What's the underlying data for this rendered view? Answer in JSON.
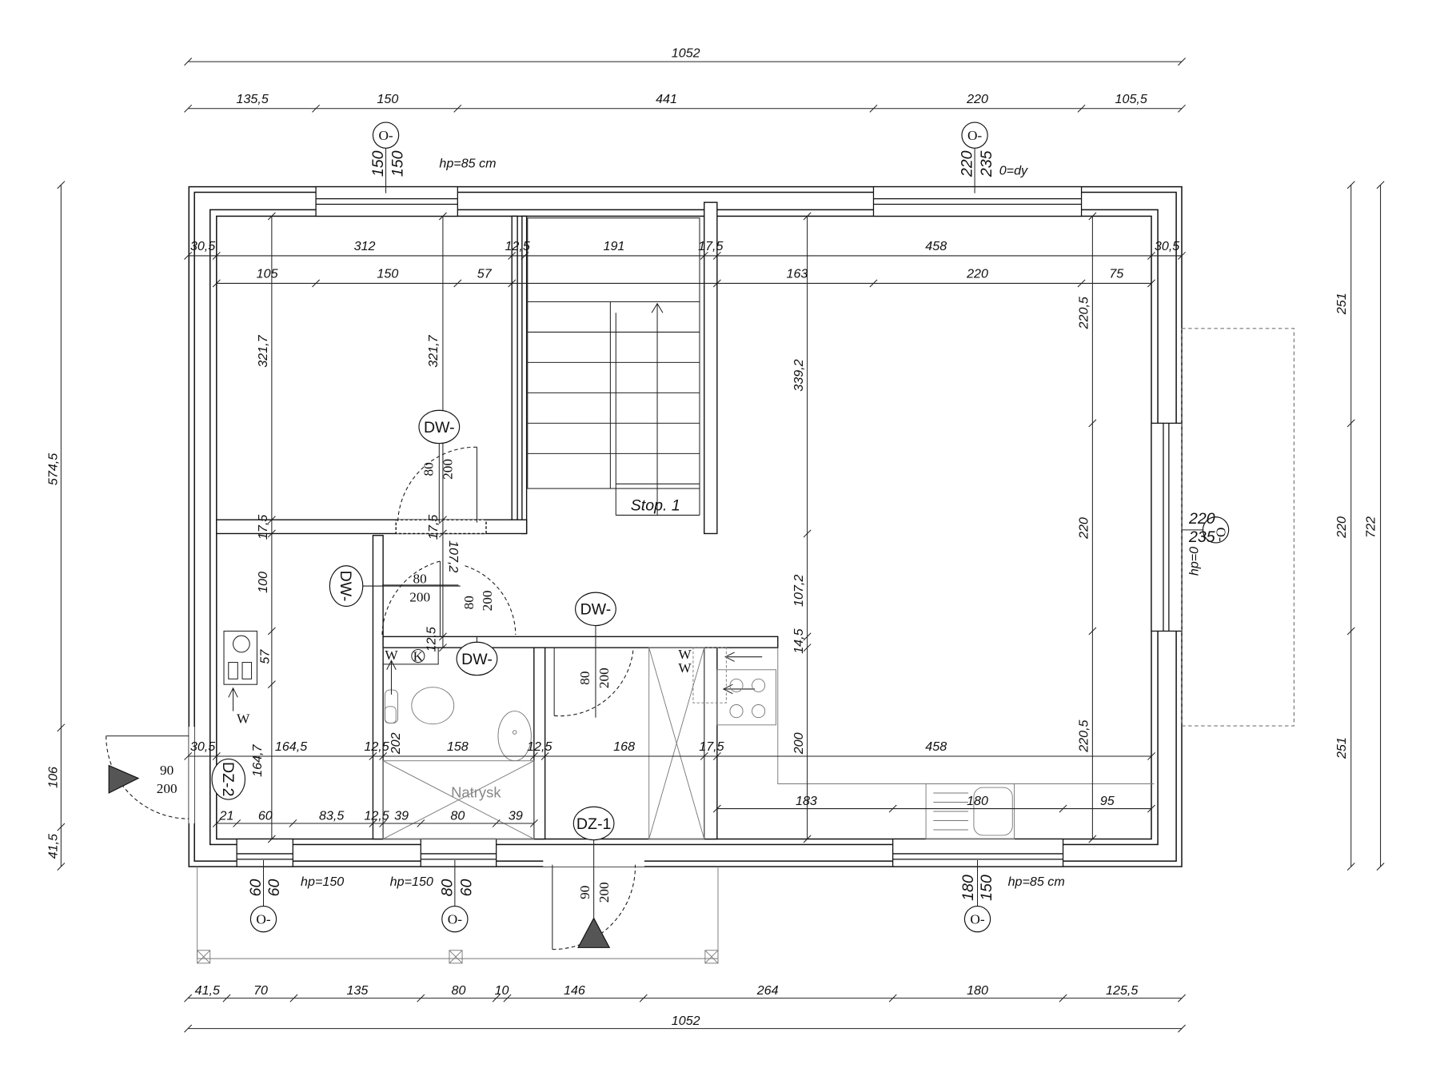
{
  "dims": {
    "top_total": "1052",
    "top_row": [
      "135,5",
      "150",
      "441",
      "220",
      "105,5"
    ],
    "inner_row1": [
      "30,5",
      "312",
      "12,5",
      "191",
      "17,5",
      "458",
      "30,5"
    ],
    "inner_row2": [
      "105",
      "150",
      "57",
      "163",
      "220",
      "75"
    ],
    "vertical": [
      "321,7",
      "321,7",
      "339,2",
      "220,5",
      "220",
      "220,5",
      "17,5",
      "17,5",
      "107,2",
      "100",
      "57",
      "164,7",
      "107,2",
      "14,5",
      "200",
      "12,5",
      "202"
    ],
    "lower_row1": [
      "30,5",
      "164,5",
      "12,5",
      "158",
      "12,5",
      "168",
      "17,5",
      "458"
    ],
    "lower_row2": [
      "21",
      "60",
      "83,5",
      "12,5",
      "39",
      "80",
      "39",
      "183",
      "180",
      "95"
    ],
    "bottom_row": [
      "41,5",
      "70",
      "135",
      "80",
      "10",
      "146",
      "264",
      "180",
      "125,5"
    ],
    "bottom_total": "1052",
    "left": [
      "574,5",
      "106",
      "41,5"
    ],
    "right": [
      "251",
      "220",
      "251",
      "722"
    ]
  },
  "windows": [
    {
      "tag": "O-",
      "w": "150",
      "h": "150",
      "hp": "hp=85 cm"
    },
    {
      "tag": "O-",
      "w": "220",
      "h": "235",
      "hp": "0=dy"
    },
    {
      "tag": "O-",
      "w": "220",
      "h": "235",
      "hp": "hp=0"
    },
    {
      "tag": "O-",
      "w": "60",
      "h": "60",
      "hp": "hp=150"
    },
    {
      "tag": "O-",
      "w": "80",
      "h": "60",
      "hp": "hp=150"
    },
    {
      "tag": "O-",
      "w": "180",
      "h": "150",
      "hp": "hp=85 cm"
    }
  ],
  "doors": [
    {
      "tag": "DW-",
      "w": "80",
      "h": "200"
    },
    {
      "tag": "DW-",
      "w": "80",
      "h": "200"
    },
    {
      "tag": "DW-",
      "w": "80",
      "h": "200"
    },
    {
      "tag": "DW-",
      "w": "80",
      "h": "200"
    },
    {
      "tag": "DZ-1",
      "w": "90",
      "h": "200"
    },
    {
      "tag": "DZ-2",
      "w": "90",
      "h": "200"
    }
  ],
  "labels": {
    "stairs": "Stop. 1",
    "shower": "Natrysk",
    "w1": "W",
    "w2": "W",
    "w3": "W",
    "w4": "W",
    "k": "K"
  }
}
